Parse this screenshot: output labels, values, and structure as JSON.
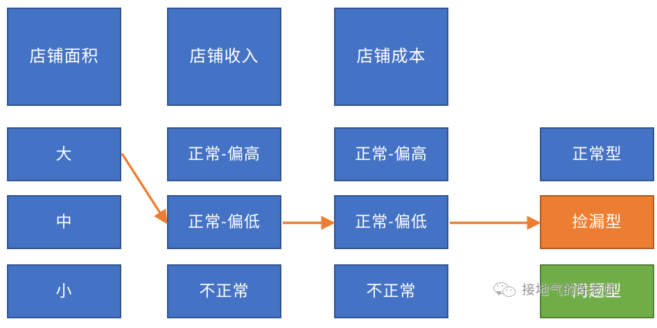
{
  "diagram": {
    "title_row": [
      {
        "label": "店铺面积",
        "color": "#4472C4"
      },
      {
        "label": "店铺收入",
        "color": "#4472C4"
      },
      {
        "label": "店铺成本",
        "color": "#4472C4"
      }
    ],
    "columns": [
      {
        "name": "store-area",
        "cells": [
          {
            "label": "大",
            "color": "#4472C4"
          },
          {
            "label": "中",
            "color": "#4472C4"
          },
          {
            "label": "小",
            "color": "#4472C4"
          }
        ]
      },
      {
        "name": "store-revenue",
        "cells": [
          {
            "label": "正常-偏高",
            "color": "#4472C4"
          },
          {
            "label": "正常-偏低",
            "color": "#4472C4"
          },
          {
            "label": "不正常",
            "color": "#4472C4"
          }
        ]
      },
      {
        "name": "store-cost",
        "cells": [
          {
            "label": "正常-偏高",
            "color": "#4472C4"
          },
          {
            "label": "正常-偏低",
            "color": "#4472C4"
          },
          {
            "label": "不正常",
            "color": "#4472C4"
          }
        ]
      },
      {
        "name": "store-verdict",
        "cells": [
          {
            "label": "正常型",
            "color": "#4472C4"
          },
          {
            "label": "捡漏型",
            "color": "#ED7D31"
          },
          {
            "label": "问题型",
            "color": "#70AD47"
          }
        ]
      }
    ],
    "arrows": [
      {
        "name": "arrow-area-large-to-revenue-low",
        "color": "#ED7D31"
      },
      {
        "name": "arrow-revenue-low-to-cost-low",
        "color": "#ED7D31"
      },
      {
        "name": "arrow-cost-low-to-verdict-bargain",
        "color": "#ED7D31"
      }
    ],
    "colors": {
      "blue": "#4472C4",
      "blue_border": "#2F528F",
      "orange": "#ED7D31",
      "green": "#70AD47",
      "arrow": "#ED7D31",
      "background": "#FFFFFF",
      "text": "#FFFFFF"
    }
  },
  "watermark": {
    "icon": "wechat-icon",
    "text": "接地气的陈老师"
  }
}
